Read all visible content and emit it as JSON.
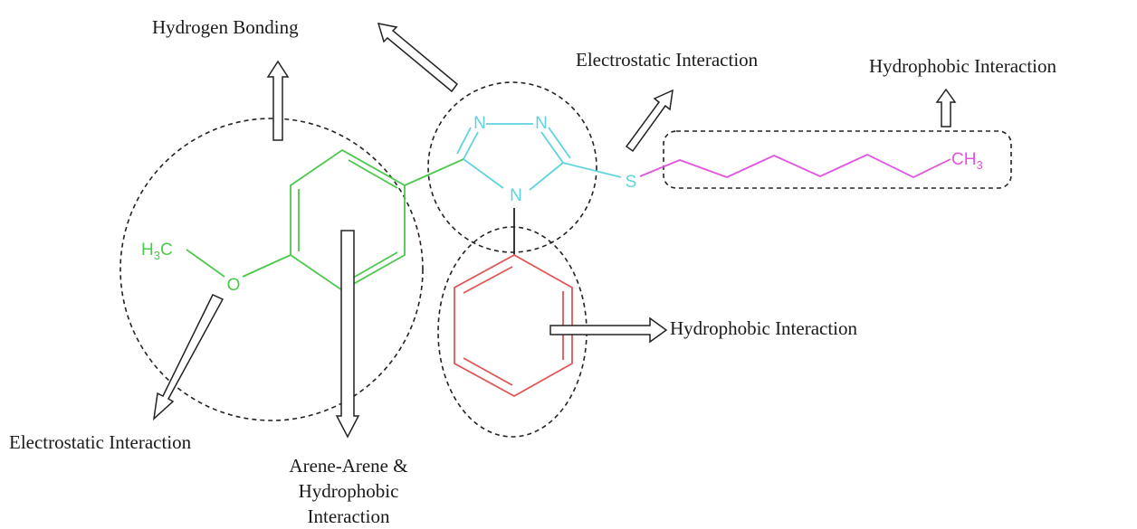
{
  "labels": {
    "hydrogen_bonding": "Hydrogen Bonding",
    "electrostatic_top": "Electrostatic Interaction",
    "hydrophobic_top": "Hydrophobic Interaction",
    "hydrophobic_right": "Hydrophobic Interaction",
    "electrostatic_bottom": "Electrostatic Interaction",
    "arene_line1": "Arene-Arene &",
    "arene_line2": "Hydrophobic",
    "arene_line3": "Interaction"
  },
  "atoms": {
    "n_left": "N",
    "n_right": "N",
    "n_bottom": "N",
    "sulfur": "S",
    "oxygen": "O",
    "methoxy_h": "H",
    "methoxy_sub": "3",
    "methoxy_c": "C",
    "methyl_c": "CH",
    "methyl_sub": "3"
  },
  "colors": {
    "triazole": "#5fd3e0",
    "methoxyphenyl": "#4cc94c",
    "phenyl": "#e05555",
    "alkyl_chain": "#e055e0",
    "annotation": "#222222"
  }
}
